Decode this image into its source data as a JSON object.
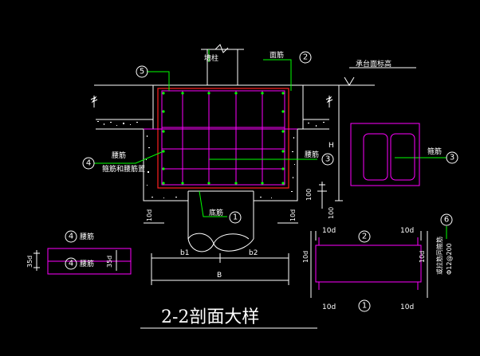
{
  "labels": {
    "column": "墙柱",
    "top_bar": "面筋",
    "cap_top": "承台面标高",
    "waist_bar": "腰筋",
    "waist_note": "箍筋和腰筋置",
    "side_bar": "腰筋",
    "stirrup": "箍筋",
    "bottom_bar": "底筋",
    "ten_d": "10d",
    "h_dim": "H",
    "dim_100": "100",
    "b_left": "b1",
    "b_right": "b2",
    "b_total": "B",
    "detail_waist_1": "腰筋",
    "detail_waist_2": "腰筋",
    "detail_35d": "35d",
    "tie_note": "或拉筋同箍筋",
    "tie_spec": "Φ12@200",
    "title": "2-2剖面大样"
  },
  "callouts": {
    "c1": "1",
    "c2": "2",
    "c3": "3",
    "c4": "4",
    "c5": "5",
    "c6": "6"
  },
  "colors": {
    "background": "#000000",
    "line": "#ffffff",
    "rebar": "#ff00ff",
    "outline": "#ff2020",
    "leader": "#00ff00",
    "dim": "#ffffff"
  }
}
